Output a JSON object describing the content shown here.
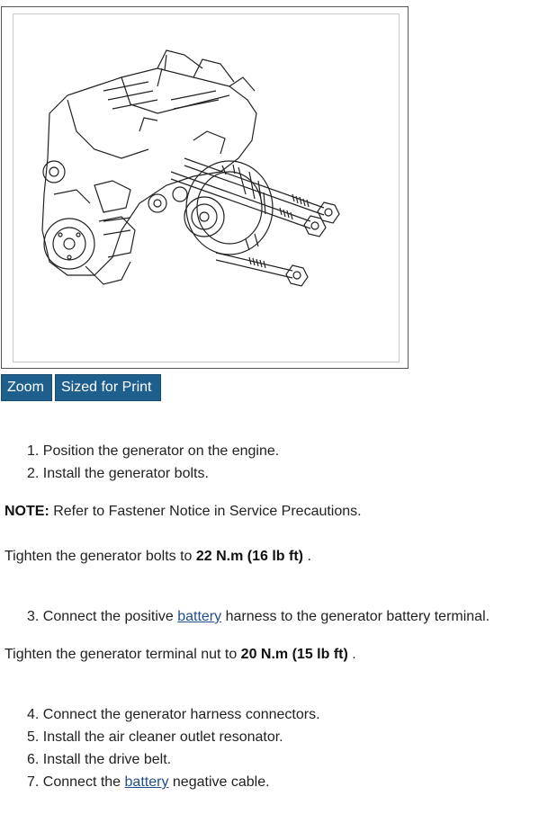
{
  "figure": {
    "description_label": "Generator installation illustration"
  },
  "buttons": {
    "zoom": "Zoom",
    "sized_for_print": "Sized for Print"
  },
  "steps_a": [
    {
      "num": "1.",
      "text": "Position the generator on the engine."
    },
    {
      "num": "2.",
      "text": "Install the generator bolts."
    }
  ],
  "note": {
    "label": "NOTE:",
    "text": " Refer to Fastener Notice in Service Precautions."
  },
  "torque1": {
    "prefix": "Tighten the generator bolts to ",
    "value": "22 N.m (16 lb ft)",
    "suffix": " ."
  },
  "step3": {
    "num": "3.",
    "before": "Connect the positive ",
    "link": "battery",
    "after": " harness to the generator battery terminal."
  },
  "torque2": {
    "prefix": "Tighten the generator terminal nut to ",
    "value": "20 N.m (15 lb ft)",
    "suffix": " ."
  },
  "steps_b": [
    {
      "num": "4.",
      "text": "Connect the generator harness connectors."
    },
    {
      "num": "5.",
      "text": "Install the air cleaner outlet resonator."
    },
    {
      "num": "6.",
      "text": "Install the drive belt."
    }
  ],
  "step7": {
    "num": "7.",
    "before": "Connect the ",
    "link": "battery",
    "after": " negative cable."
  },
  "colors": {
    "button_bg": "#1e5f8e",
    "link": "#1f4e8c"
  }
}
